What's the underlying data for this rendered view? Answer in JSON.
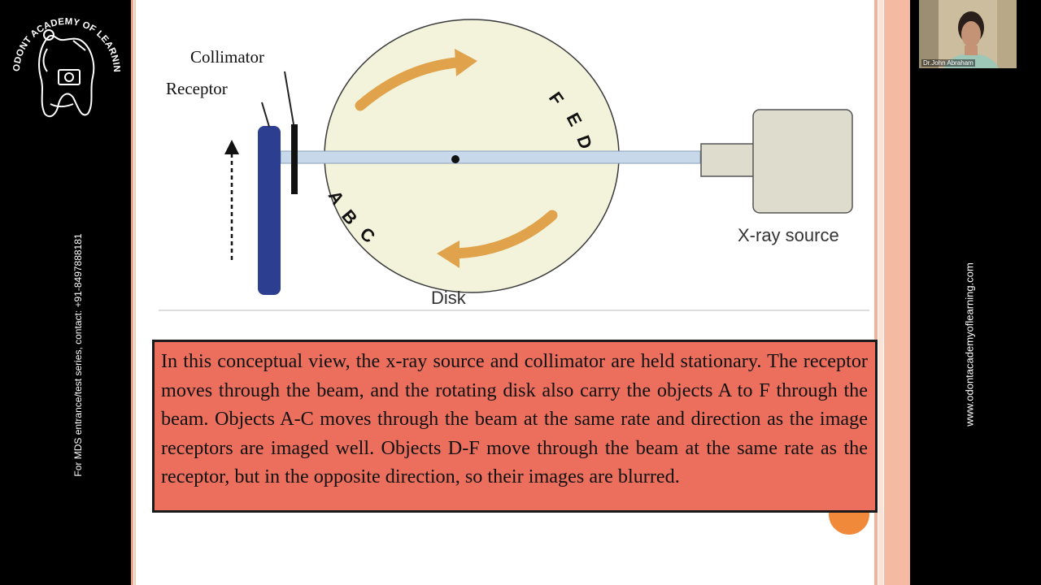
{
  "branding": {
    "logo_text": "ODONT ACADEMY OF LEARNING",
    "left_contact": "For MDS entrance/test series, contact: +91-8497888181",
    "website": "www.odontacademyoflearning.com"
  },
  "webcam": {
    "participant_name": "Dr.John Abraham"
  },
  "diagram": {
    "labels": {
      "collimator": "Collimator",
      "receptor": "Receptor",
      "xray_source": "X-ray source",
      "disk": "Disk"
    },
    "objects": [
      "A",
      "B",
      "C",
      "D",
      "E",
      "F"
    ]
  },
  "caption": {
    "text": "In this conceptual view, the x-ray source and collimator are held stationary. The receptor moves through the beam, and the rotating disk also carry the objects A to F through the beam. Objects A-C moves through the beam at the same rate and direction as the image receptors are imaged well. Objects D-F move through the beam at the same rate as the receptor, but in the opposite direction, so their images are blurred."
  },
  "colors": {
    "caption_bg": "#ec6f5d",
    "disk_fill": "#f3f3dc",
    "receptor": "#2b3e8f",
    "arrow": "#e0a24a",
    "beam": "#c6d8ea"
  }
}
